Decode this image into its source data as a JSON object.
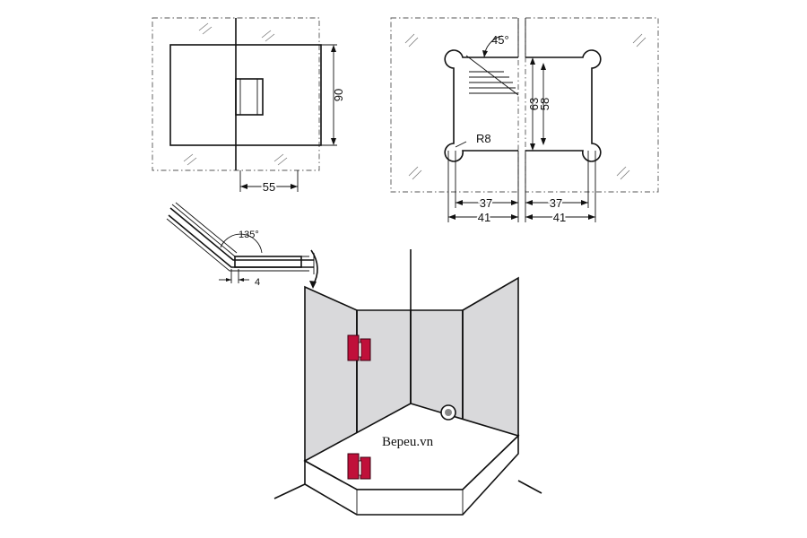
{
  "labels": {
    "front_height": "90",
    "front_width": "55",
    "cut_angle": "45°",
    "cut_height_outer": "63",
    "cut_height_inner": "58",
    "corner_radius": "R8",
    "cut_depth_left_inner": "37",
    "cut_depth_left_outer": "41",
    "cut_depth_right_inner": "37",
    "cut_depth_right_outer": "41",
    "hinge_angle": "135°",
    "gap": "4",
    "watermark": "Bepeu.vn"
  },
  "colors": {
    "hinge": "#c0103a",
    "glass": "#d9d9db",
    "line": "#111111"
  }
}
